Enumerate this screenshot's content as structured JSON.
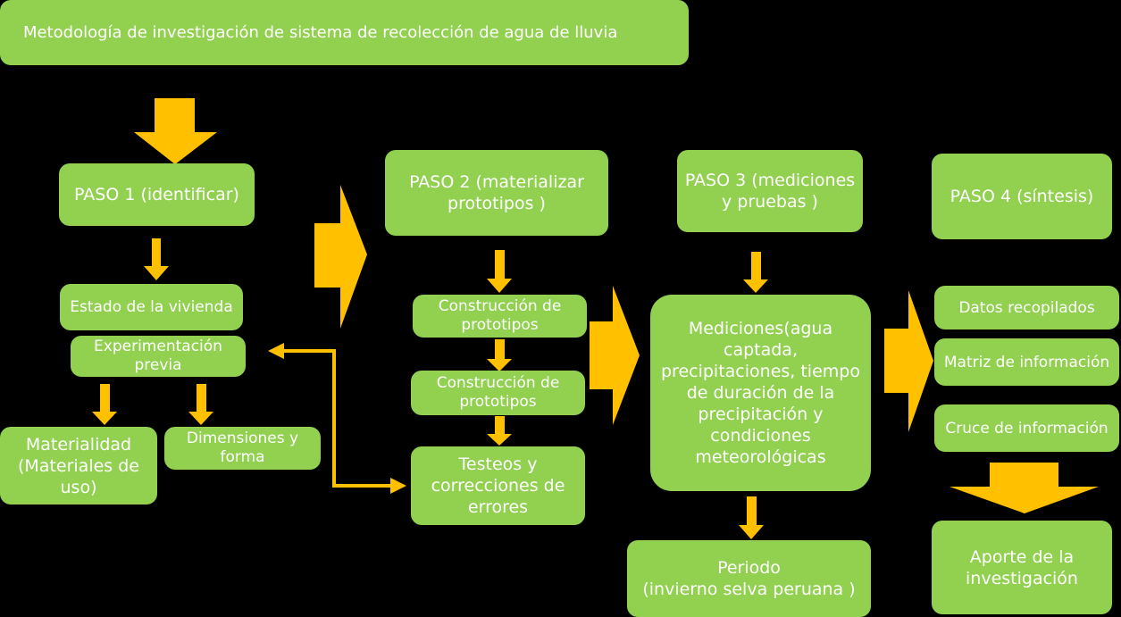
{
  "colors": {
    "box_fill": "#92d050",
    "arrow_fill": "#ffc000",
    "background": "#000000",
    "text": "#ffffff"
  },
  "title": "Metodología de investigación de sistema de recolección de agua de lluvia",
  "step1": {
    "header": "PASO 1 (identificar)",
    "estado": "Estado de la vivienda",
    "experimentacion": "Experimentación previa",
    "materialidad": "Materialidad (Materiales de uso)",
    "dimensiones": "Dimensiones y forma"
  },
  "step2": {
    "header": "PASO 2 (materializar prototipos )",
    "construccion_1": "Construcción de prototipos",
    "construccion_2": "Construcción de prototipos",
    "testeos": "Testeos y correcciones de errores"
  },
  "step3": {
    "header": "PASO 3 (mediciones y pruebas )",
    "mediciones": "Mediciones(agua captada, precipitaciones, tiempo de duración de la precipitación y condiciones meteorológicas",
    "periodo_1": "Periodo",
    "periodo_2": "(invierno selva peruana )"
  },
  "step4": {
    "header": "PASO 4 (síntesis)",
    "datos": "Datos recopilados",
    "matriz": "Matriz de información",
    "cruce": "Cruce de información",
    "aporte": "Aporte de la investigación"
  }
}
